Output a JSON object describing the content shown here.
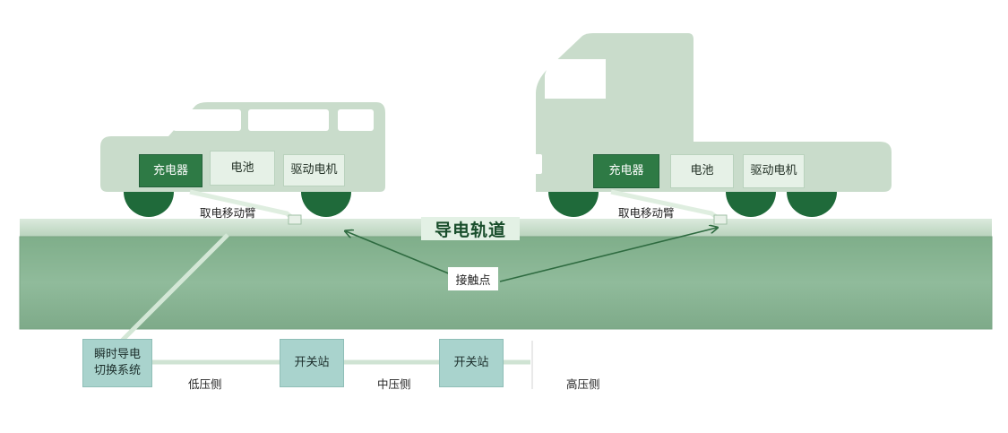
{
  "car": {
    "charger": "充电器",
    "battery": "电池",
    "motor": "驱动电机",
    "arm_label": "取电移动臂"
  },
  "truck": {
    "charger": "充电器",
    "battery": "电池",
    "motor": "驱动电机",
    "arm_label": "取电移动臂"
  },
  "rail": {
    "title": "导电轨道",
    "contact_label": "接触点"
  },
  "grid": {
    "switch_system": "瞬时导电\n切换系统",
    "station_1": "开关站",
    "station_2": "开关站",
    "low_voltage": "低压侧",
    "mid_voltage": "中压侧",
    "high_voltage": "高压侧"
  },
  "colors": {
    "vehicle_body": "#c9dccb",
    "wheel": "#1f6a3a",
    "rail_top": "#c6dcc8",
    "rail_body": "#8ab594",
    "accent_dark": "#2e7a45",
    "switch_box": "#a9d3cd"
  }
}
